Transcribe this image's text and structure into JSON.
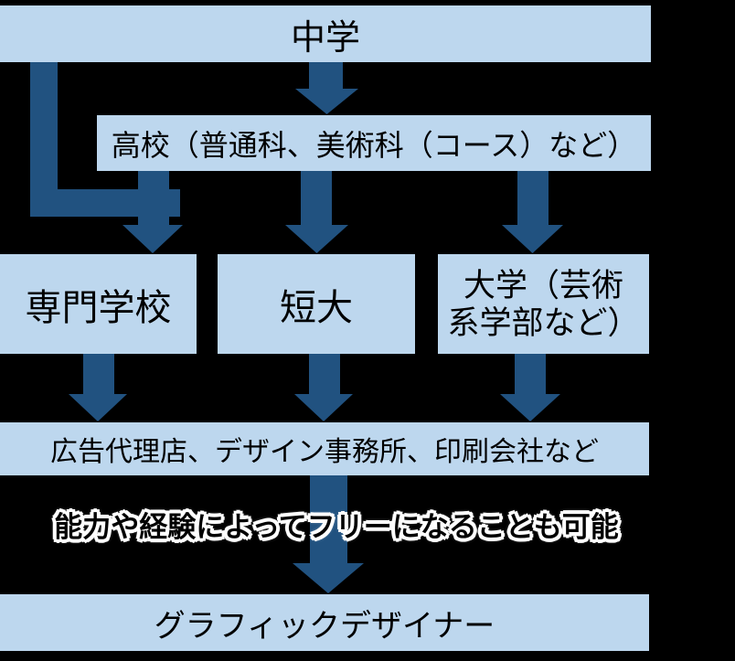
{
  "palette": {
    "background": "#000000",
    "box_fill": "#BDD7EE",
    "arrow_fill": "#215280",
    "box_text": "#000000",
    "annotation_text": "#000000",
    "annotation_outline": "#FFFFFF"
  },
  "flowchart": {
    "nodes": [
      {
        "id": "junior-high",
        "label": "中学"
      },
      {
        "id": "high-school",
        "label": "高校（普通科、美術科（コース）など）"
      },
      {
        "id": "vocational-school",
        "label": "専門学校"
      },
      {
        "id": "junior-college",
        "label": "短大"
      },
      {
        "id": "university",
        "label": "大学（芸術系学部など）",
        "lines": [
          "大学（芸術",
          "系学部など）"
        ]
      },
      {
        "id": "workplaces",
        "label": "広告代理店、デザイン事務所、印刷会社など"
      },
      {
        "id": "graphic-designer",
        "label": "グラフィックデザイナー"
      }
    ],
    "annotation": "能力や経験によってフリーになることも可能",
    "edges": [
      {
        "from": "junior-high",
        "to": "high-school",
        "style": "straight"
      },
      {
        "from": "junior-high",
        "to": "vocational-school",
        "style": "elbow"
      },
      {
        "from": "high-school",
        "to": "vocational-school",
        "style": "straight"
      },
      {
        "from": "high-school",
        "to": "junior-college",
        "style": "straight"
      },
      {
        "from": "high-school",
        "to": "university",
        "style": "straight"
      },
      {
        "from": "vocational-school",
        "to": "workplaces",
        "style": "straight"
      },
      {
        "from": "junior-college",
        "to": "workplaces",
        "style": "straight"
      },
      {
        "from": "university",
        "to": "workplaces",
        "style": "straight"
      },
      {
        "from": "workplaces",
        "to": "graphic-designer",
        "style": "straight"
      }
    ]
  }
}
